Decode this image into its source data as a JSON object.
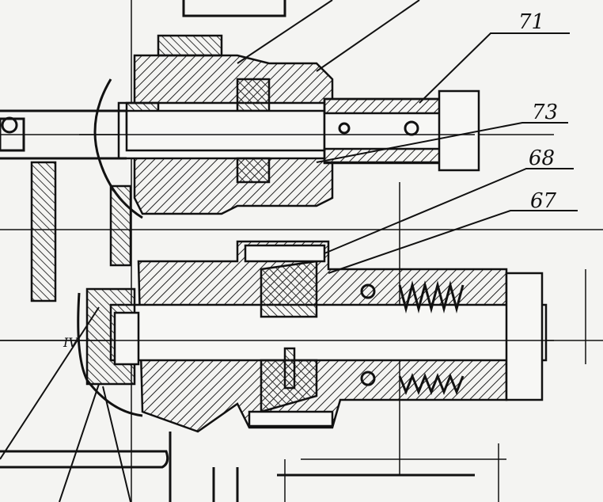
{
  "callouts": {
    "label_71": "71",
    "label_73": "73",
    "label_68": "68",
    "label_67": "67",
    "label_iv": "IV"
  }
}
